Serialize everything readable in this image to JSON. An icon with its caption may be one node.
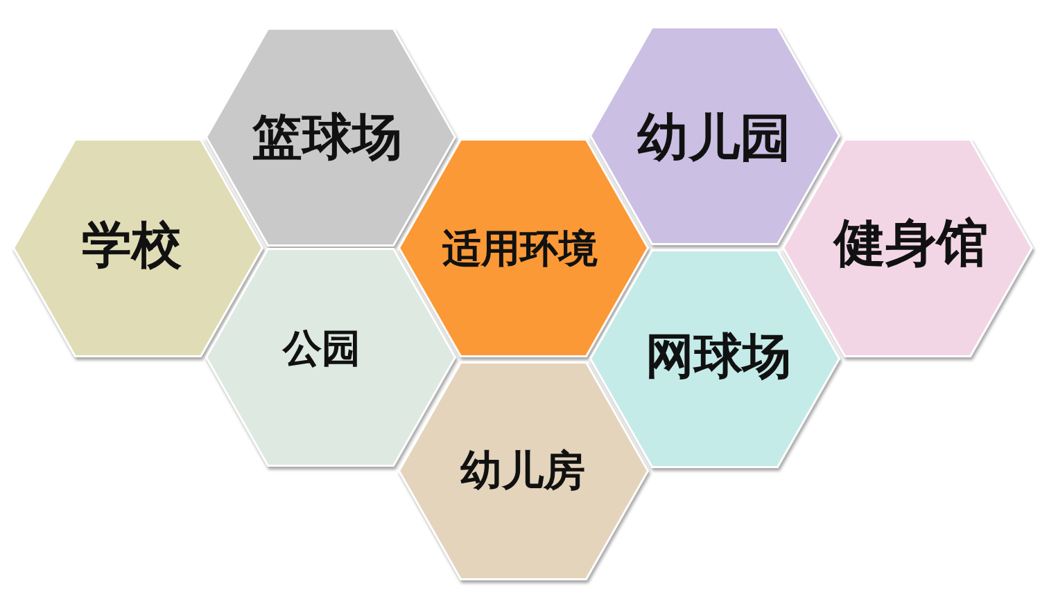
{
  "diagram": {
    "nodes": [
      {
        "text": [
          "篮球场"
        ]
      },
      {
        "text": [
          "幼儿园"
        ]
      },
      {
        "text": [
          "学校"
        ]
      },
      {
        "text": [
          "适用环境"
        ]
      },
      {
        "text": [
          "健身馆"
        ]
      },
      {
        "text": [
          "公园"
        ]
      },
      {
        "text": [
          "网球场"
        ]
      },
      {
        "text": [
          "幼儿房"
        ]
      }
    ]
  }
}
